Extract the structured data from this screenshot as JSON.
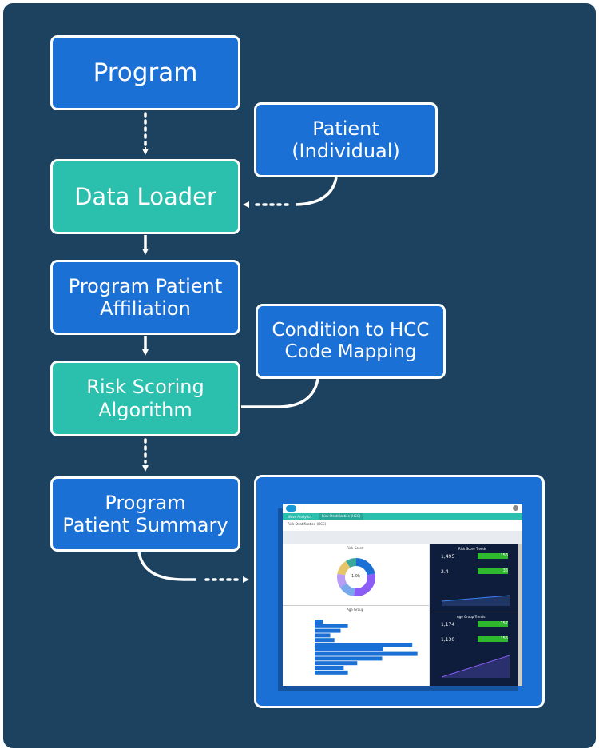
{
  "nodes": {
    "program": "Program",
    "patient": "Patient\n(Individual)",
    "data_loader": "Data Loader",
    "affiliation": "Program Patient\nAffiliation",
    "hcc_mapping": "Condition to HCC\nCode Mapping",
    "risk_scoring": "Risk Scoring\nAlgorithm",
    "summary": "Program\nPatient Summary"
  },
  "colors": {
    "background": "#1c4260",
    "process_blue": "#1b70d6",
    "process_teal": "#2bbfae",
    "border": "#ffffff"
  },
  "dashboard": {
    "tabs": [
      "Wave Analytics",
      "Risk Stratification (HCC)"
    ],
    "page_title": "Risk Stratification (HCC)",
    "risk_score_title": "Risk Score",
    "donut_center": "1.9k",
    "age_group_title": "Age Group",
    "risk_trends_title": "Risk Score Trends",
    "risk_metric_1": "1,495",
    "risk_badge_1": "156",
    "risk_metric_2": "2.4",
    "risk_badge_2": "36",
    "age_trends_title": "Age Group Trends",
    "age_metric_1": "1,174",
    "age_badge_1": "157",
    "age_metric_2": "1,130",
    "age_badge_2": "155",
    "donut_slices": [
      0.22,
      0.3,
      0.14,
      0.12,
      0.13,
      0.09
    ],
    "donut_colors": [
      "#1b70d6",
      "#8b5cf6",
      "#79a8ec",
      "#b89cf6",
      "#e5c46a",
      "#3aa89a"
    ],
    "age_bars": [
      0.08,
      0.32,
      0.25,
      0.15,
      0.19,
      0.94,
      0.66,
      0.99,
      0.65,
      0.41,
      0.28,
      0.32
    ]
  }
}
